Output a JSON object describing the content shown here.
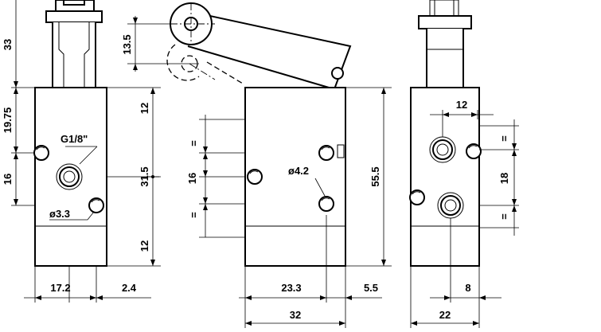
{
  "thread_label": "G1/8\"",
  "dimensions": {
    "roller_height": "33",
    "upper_offset": "19.75",
    "side_port_height": "16",
    "section_top": "12",
    "port_pitch": "31.5",
    "section_bottom": "12",
    "mount_hole": "ø3.3",
    "left_width": "17.2",
    "left_offset": "2.4",
    "lever_pivot": "13.5",
    "front_port_pitch": "16",
    "front_hole": "ø4.2",
    "front_width_part": "23.3",
    "front_offset": "5.5",
    "front_width": "32",
    "total_height": "55.5",
    "right_top": "12",
    "right_pitch": "18",
    "right_offset": "8",
    "right_width": "22"
  },
  "equal_marks": {
    "front_upper": "=",
    "front_lower": "=",
    "right_upper": "=",
    "right_lower": "="
  }
}
